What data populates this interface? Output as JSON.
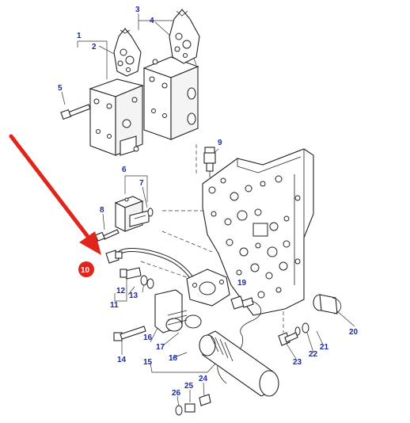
{
  "colors": {
    "callout_text": "#1a2aa8",
    "arrow": "#e0261c",
    "highlight_badge": "#e0261c",
    "lines": "#222222"
  },
  "callouts": [
    {
      "id": "c1",
      "label": "1"
    },
    {
      "id": "c2",
      "label": "2"
    },
    {
      "id": "c3",
      "label": "3"
    },
    {
      "id": "c4",
      "label": "4"
    },
    {
      "id": "c5",
      "label": "5"
    },
    {
      "id": "c6",
      "label": "6"
    },
    {
      "id": "c7",
      "label": "7"
    },
    {
      "id": "c8",
      "label": "8"
    },
    {
      "id": "c9",
      "label": "9"
    },
    {
      "id": "c10",
      "label": "10"
    },
    {
      "id": "c11",
      "label": "11"
    },
    {
      "id": "c12",
      "label": "12"
    },
    {
      "id": "c13",
      "label": "13"
    },
    {
      "id": "c14",
      "label": "14"
    },
    {
      "id": "c15",
      "label": "15"
    },
    {
      "id": "c16",
      "label": "16"
    },
    {
      "id": "c17",
      "label": "17"
    },
    {
      "id": "c18",
      "label": "18"
    },
    {
      "id": "c19",
      "label": "19"
    },
    {
      "id": "c20",
      "label": "20"
    },
    {
      "id": "c21",
      "label": "21"
    },
    {
      "id": "c22",
      "label": "22"
    },
    {
      "id": "c23",
      "label": "23"
    },
    {
      "id": "c24",
      "label": "24"
    },
    {
      "id": "c25",
      "label": "25"
    },
    {
      "id": "c26",
      "label": "26"
    }
  ],
  "highlighted_callout": "10",
  "icons": [
    "seal-kit-bag-icon",
    "pointer-arrow-icon"
  ]
}
